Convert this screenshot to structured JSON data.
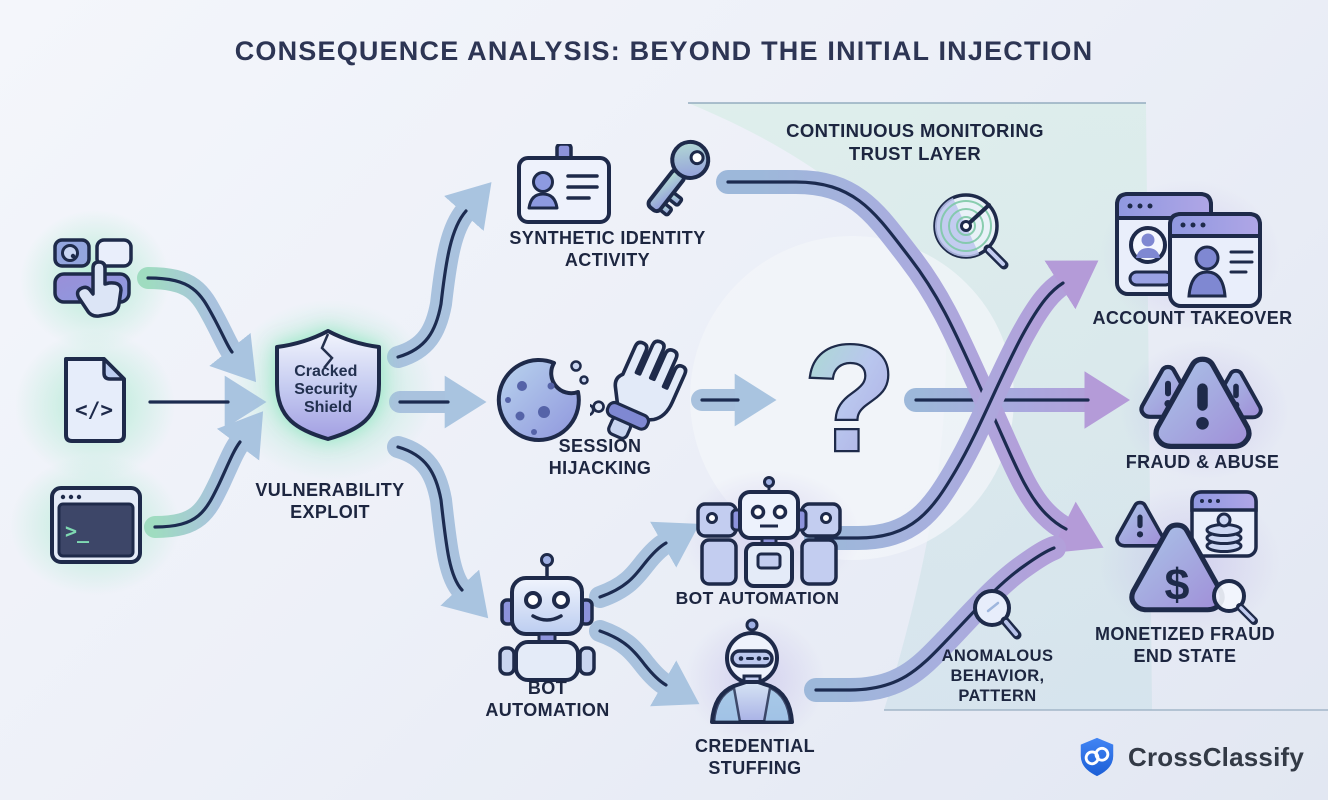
{
  "title": "CONSEQUENCE ANALYSIS: BEYOND THE INITIAL INJECTION",
  "shield": {
    "text_lines": [
      "Cracked",
      "Security",
      "Shield"
    ],
    "label_lines": [
      "VULNERABILITY",
      "EXPLOIT"
    ]
  },
  "branches": {
    "synthetic_identity": {
      "label_lines": [
        "SYNTHETIC IDENTITY",
        "ACTIVITY"
      ]
    },
    "session_hijacking": {
      "label_lines": [
        "SESSION",
        "HIJACKING"
      ]
    },
    "bot_automation": {
      "label_lines": [
        "BOT",
        "AUTOMATION"
      ]
    }
  },
  "sub_branches": {
    "bot_automation_swarm": {
      "label": "BOT AUTOMATION"
    },
    "credential_stuffing": {
      "label_lines": [
        "CREDENTIAL",
        "STUFFING"
      ]
    }
  },
  "unknown_outcome": {
    "symbol": "?"
  },
  "trust_layer": {
    "title_lines": [
      "CONTINUOUS MONITORING",
      "TRUST LAYER"
    ],
    "annotation_lines": [
      "ANOMALOUS",
      "BEHAVIOR,",
      "PATTERN"
    ]
  },
  "outcomes": {
    "account_takeover": {
      "label": "ACCOUNT TAKEOVER"
    },
    "fraud_abuse": {
      "label": "FRAUD & ABUSE"
    },
    "monetized_fraud": {
      "label_lines": [
        "MONETIZED FRAUD",
        "END STATE"
      ]
    }
  },
  "brand": {
    "name": "CrossClassify"
  },
  "icons": {
    "form_injection": "form-click-icon",
    "code_file": "code-file-icon",
    "code_glyph": "</>",
    "terminal": "terminal-icon",
    "terminal_prompt": ">_",
    "shield": "cracked-shield-icon",
    "id_card": "id-card-icon",
    "key": "key-icon",
    "cookie": "cookie-icon",
    "handcuffed_hand": "handcuffed-hand-icon",
    "robot": "robot-icon",
    "robot_swarm": "robot-swarm-icon",
    "credential_robot": "credential-robot-icon",
    "radar": "radar-scan-icon",
    "magnifier": "magnifier-icon",
    "browser_windows": "account-windows-icon",
    "warning_triangles": "warning-triangles-icon",
    "dollar_warning": "dollar-warning-icon",
    "currency_symbol": "$",
    "brand_logo": "crossclassify-shield-icon"
  },
  "colors": {
    "navy": "#1e2a4a",
    "title_navy": "#2d3554",
    "ribbon_blue": "#a9c2de",
    "ribbon_purple": "#b1a4da",
    "accent_green": "#9fdcc0",
    "trust_band": "#d4ebe3",
    "terminal_green": "#7fd9b2",
    "brand_blue": "#2f6bea"
  }
}
